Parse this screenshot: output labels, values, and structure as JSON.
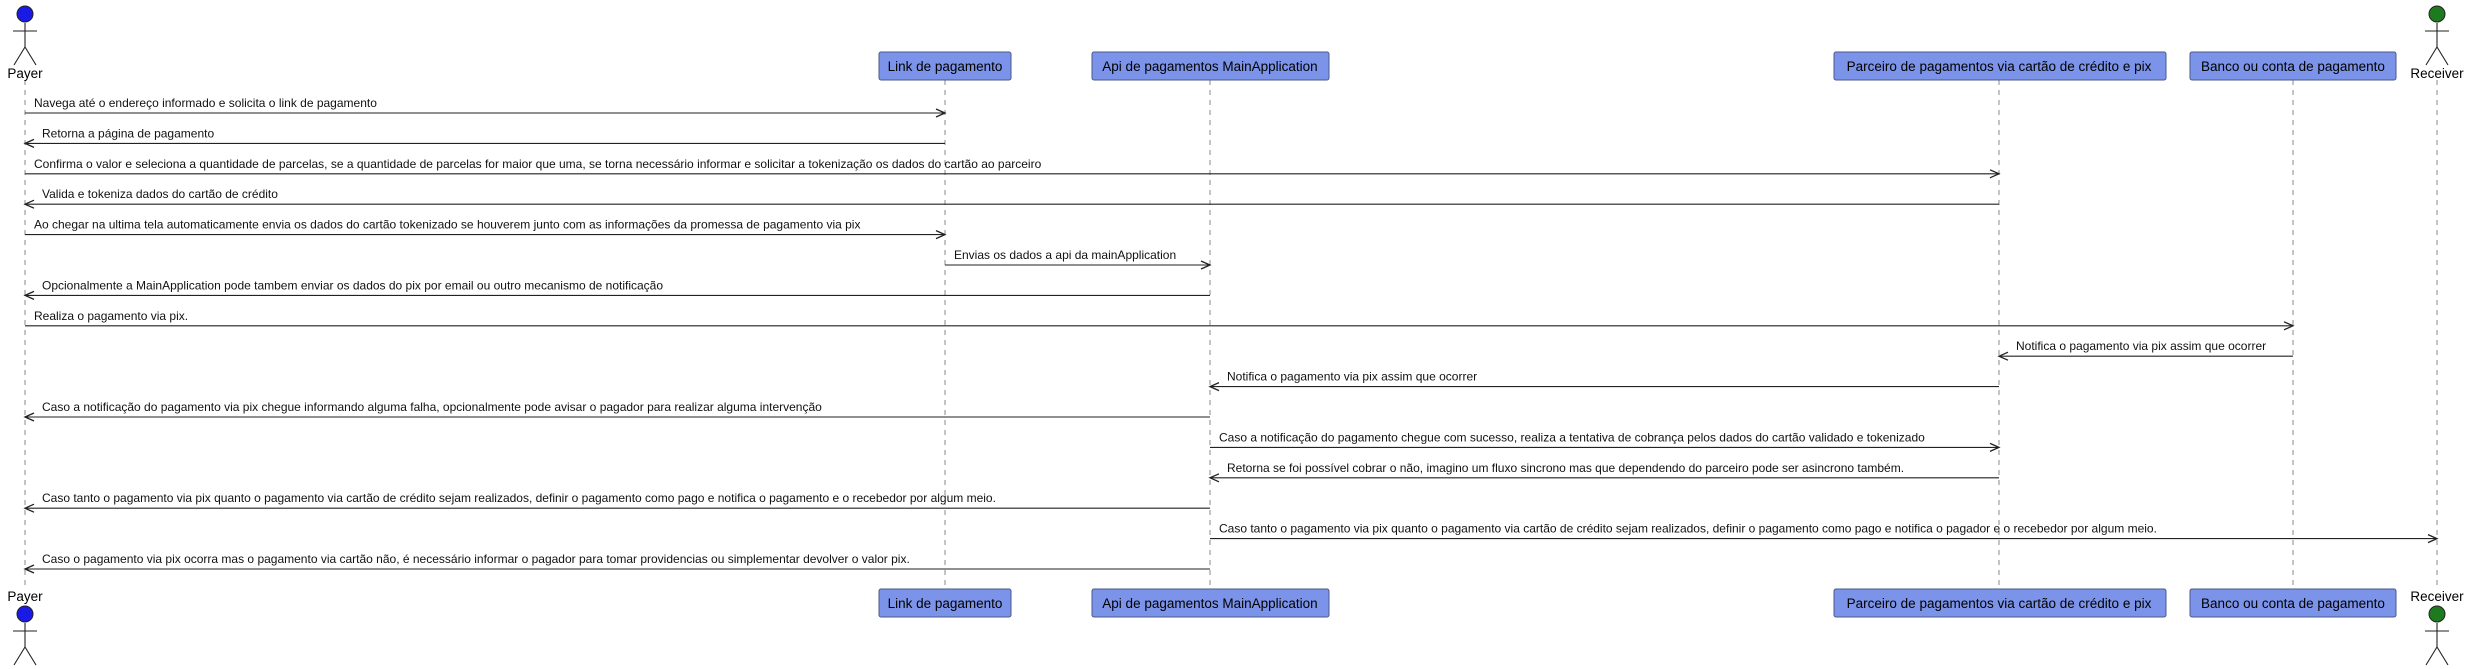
{
  "actors": [
    {
      "id": "payer",
      "label": "Payer",
      "color": "#1a1ae6"
    },
    {
      "id": "receiver",
      "label": "Receiver",
      "color": "#1e7a1e"
    }
  ],
  "participants": [
    {
      "id": "link",
      "label": "Link de pagamento"
    },
    {
      "id": "api",
      "label": "Api de pagamentos MainApplication"
    },
    {
      "id": "parceiro",
      "label": "Parceiro de pagamentos via cartão de crédito e pix"
    },
    {
      "id": "banco",
      "label": "Banco ou conta de pagamento"
    }
  ],
  "messages": [
    {
      "from": "payer",
      "to": "link",
      "text": "Navega até o endereço informado e solicita o link de pagamento"
    },
    {
      "from": "link",
      "to": "payer",
      "text": "Retorna a página de pagamento"
    },
    {
      "from": "payer",
      "to": "parceiro",
      "text": "Confirma o valor e seleciona a quantidade de parcelas, se a quantidade de parcelas for maior que uma, se torna necessário informar e solicitar a tokenização os dados do cartão ao parceiro"
    },
    {
      "from": "parceiro",
      "to": "payer",
      "text": "Valida e tokeniza dados do cartão de crédito"
    },
    {
      "from": "payer",
      "to": "link",
      "text": "Ao chegar na ultima tela automaticamente envia os dados do cartão tokenizado se houverem junto com as informações da promessa de pagamento via pix"
    },
    {
      "from": "link",
      "to": "api",
      "text": "Envias os dados a api da mainApplication"
    },
    {
      "from": "api",
      "to": "payer",
      "text": "Opcionalmente a MainApplication pode tambem enviar os dados do pix por email ou outro mecanismo de notificação"
    },
    {
      "from": "payer",
      "to": "banco",
      "text": "Realiza o pagamento via pix."
    },
    {
      "from": "banco",
      "to": "parceiro",
      "text": "Notifica o pagamento via pix assim que ocorrer"
    },
    {
      "from": "parceiro",
      "to": "api",
      "text": "Notifica o pagamento via pix assim que ocorrer"
    },
    {
      "from": "api",
      "to": "payer",
      "text": "Caso a notificação do pagamento via pix chegue informando alguma falha, opcionalmente pode avisar o pagador para realizar alguma intervenção"
    },
    {
      "from": "api",
      "to": "parceiro",
      "text": "Caso a notificação do pagamento chegue com sucesso, realiza a tentativa de cobrança pelos dados do cartão validado e tokenizado"
    },
    {
      "from": "parceiro",
      "to": "api",
      "text": "Retorna se foi possível cobrar o não, imagino um fluxo sincrono mas que dependendo do parceiro pode ser asincrono também."
    },
    {
      "from": "api",
      "to": "payer",
      "text": "Caso tanto o pagamento via pix quanto o pagamento via cartão de crédito sejam realizados, definir o pagamento como pago e notifica o pagamento e o recebedor por algum meio."
    },
    {
      "from": "api",
      "to": "receiver",
      "text": "Caso tanto o pagamento via pix quanto o pagamento via cartão de crédito sejam realizados, definir o pagamento como pago e notifica o pagador e o recebedor por algum meio."
    },
    {
      "from": "api",
      "to": "payer",
      "text": "Caso o pagamento via pix ocorra mas o pagamento via cartão não, é necessário informar o pagador para tomar providencias ou simplementar devolver o valor pix."
    }
  ]
}
